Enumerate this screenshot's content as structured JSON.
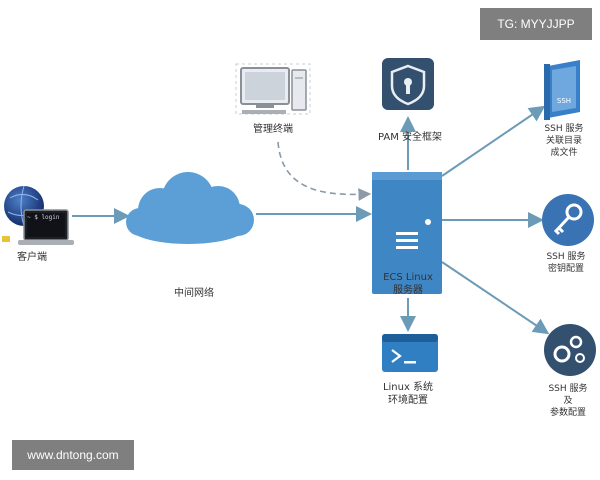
{
  "watermarks": {
    "tg": "TG: MYYJJPP",
    "web": "www.dntong.com"
  },
  "nodes": {
    "client": {
      "label": "客户端",
      "screen_text": "~ $ login"
    },
    "network": {
      "label": "中间网络"
    },
    "mgmt": {
      "label": "管理终端"
    },
    "pam": {
      "label": "PAM 安全框架"
    },
    "ecs": {
      "label_line1": "ECS Linux",
      "label_line2": "服务器"
    },
    "linux_env": {
      "label_line1": "Linux 系统",
      "label_line2": "环境配置",
      "prompt": ">_"
    },
    "ssh_dir": {
      "label_line1": "SSH 服务",
      "label_line2": "关联目录",
      "label_line3": "成文件",
      "icon_text": "SSH"
    },
    "ssh_key": {
      "label_line1": "SSH 服务",
      "label_line2": "密钥配置"
    },
    "ssh_param": {
      "label_line1": "SSH 服务",
      "label_line2": "及",
      "label_line3": "参数配置"
    }
  },
  "colors": {
    "line": "#6b9bb6",
    "dashed": "#8b9aa6",
    "cloud": "#5b9fd6",
    "server": "#3f86c4",
    "icon_dark": "#34506f",
    "icon_blue": "#2f7fc2"
  }
}
